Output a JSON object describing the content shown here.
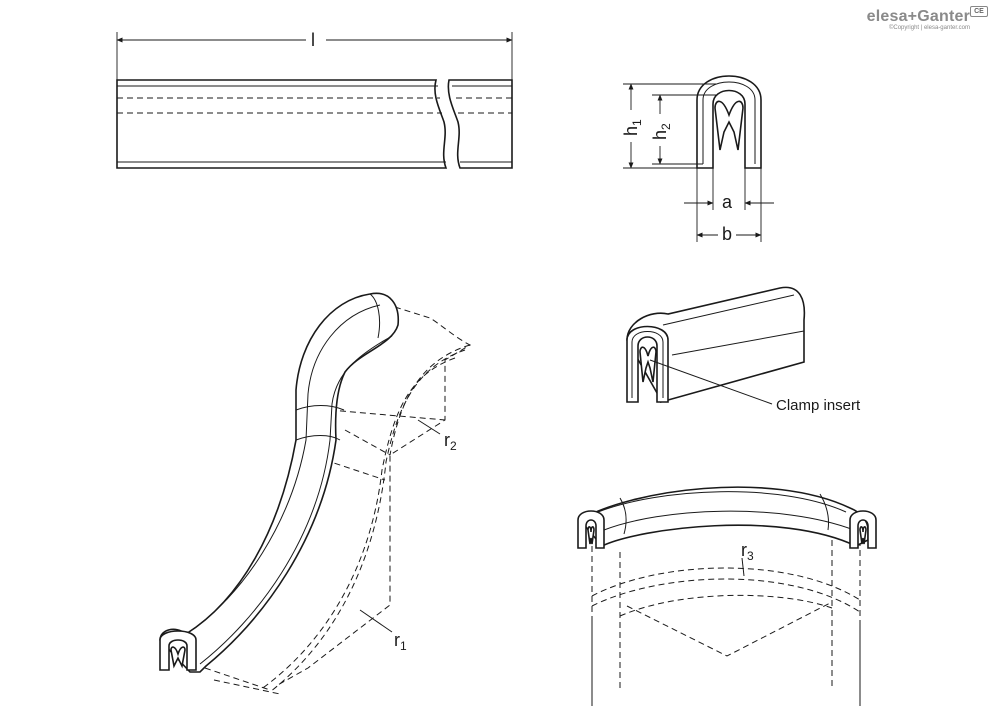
{
  "brand": {
    "logo_text": "elesa+Ganter",
    "copyright": "©Copyright | elesa-ganter.com",
    "mark": "CE"
  },
  "labels": {
    "length": "l",
    "h1_main": "h",
    "h1_sub": "1",
    "h2_main": "h",
    "h2_sub": "2",
    "a": "a",
    "b": "b",
    "r1_main": "r",
    "r1_sub": "1",
    "r2_main": "r",
    "r2_sub": "2",
    "r3_main": "r",
    "r3_sub": "3",
    "clamp_insert": "Clamp insert"
  }
}
